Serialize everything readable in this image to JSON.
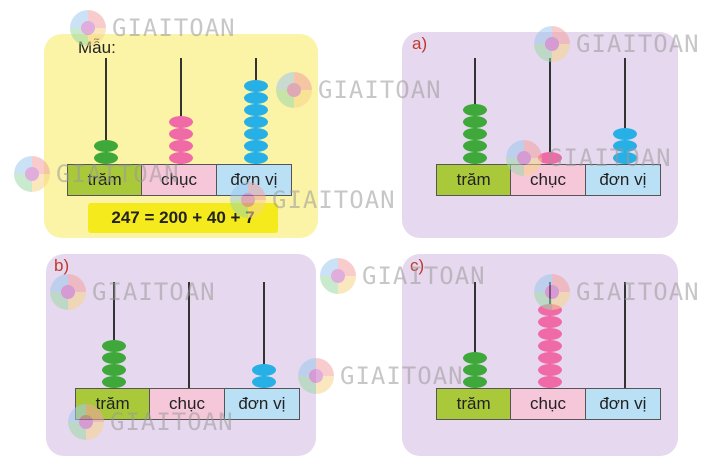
{
  "watermark": "GIAITOAN",
  "columns": [
    "trăm",
    "chục",
    "đơn vị"
  ],
  "colors": {
    "hundreds_bead": "#3ea83a",
    "tens_bead": "#ef6aa6",
    "units_bead": "#26b0e6",
    "sample_panel": "#fbf3a6",
    "exercise_panel": "#e6d8ee",
    "equation_highlight": "#f5ea1c"
  },
  "sample": {
    "label": "Mẫu:",
    "beads": {
      "hundreds": 2,
      "tens": 4,
      "units": 7
    },
    "equation": "247 = 200 + 40 + 7"
  },
  "exercises": [
    {
      "label": "a)",
      "beads": {
        "hundreds": 5,
        "tens": 1,
        "units": 3
      }
    },
    {
      "label": "b)",
      "beads": {
        "hundreds": 4,
        "tens": 0,
        "units": 2
      }
    },
    {
      "label": "c)",
      "beads": {
        "hundreds": 3,
        "tens": 7,
        "units": 0
      }
    }
  ]
}
